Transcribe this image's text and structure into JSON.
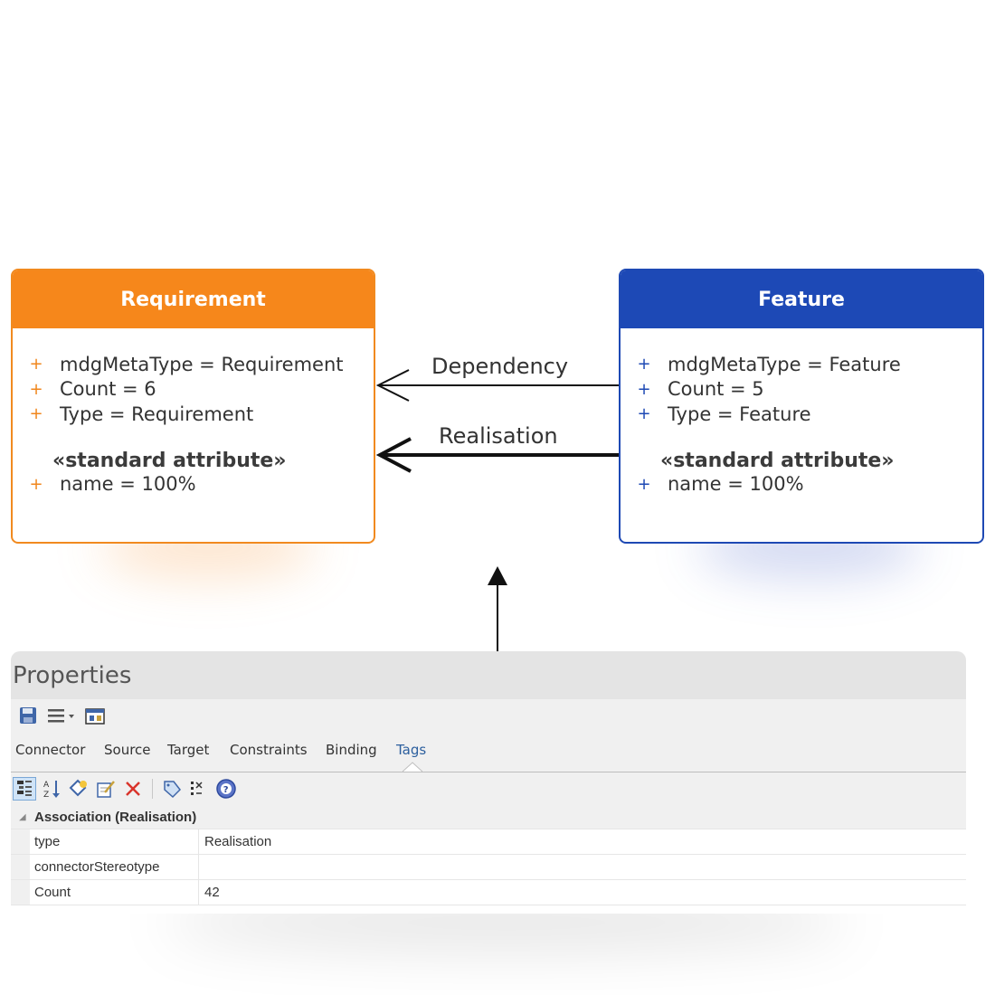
{
  "requirement": {
    "title": "Requirement",
    "attributes": [
      {
        "prefix": "+",
        "text": "mdgMetaType = Requirement"
      },
      {
        "prefix": "+",
        "text": "Count = 6"
      },
      {
        "prefix": "+",
        "text": "Type = Requirement"
      }
    ],
    "stereotype": "«standard attribute»",
    "stereo_attributes": [
      {
        "prefix": "+",
        "text": "name = 100%"
      }
    ],
    "color": "#f6871b"
  },
  "feature": {
    "title": "Feature",
    "attributes": [
      {
        "prefix": "+",
        "text": "mdgMetaType = Feature"
      },
      {
        "prefix": "+",
        "text": "Count = 5"
      },
      {
        "prefix": "+",
        "text": "Type = Feature"
      }
    ],
    "stereotype": "«standard attribute»",
    "stereo_attributes": [
      {
        "prefix": "+",
        "text": "name = 100%"
      }
    ],
    "color": "#1d49b6"
  },
  "connectors": {
    "dependency_label": "Dependency",
    "realisation_label": "Realisation"
  },
  "properties": {
    "title": "Properties",
    "tabs": [
      "Connector",
      "Source",
      "Target",
      "Constraints",
      "Binding",
      "Tags"
    ],
    "active_tab": "Tags",
    "group_label": "Association (Realisation)",
    "rows": [
      {
        "name": "type",
        "value": "Realisation"
      },
      {
        "name": "connectorStereotype",
        "value": ""
      },
      {
        "name": "Count",
        "value": "42"
      }
    ]
  }
}
